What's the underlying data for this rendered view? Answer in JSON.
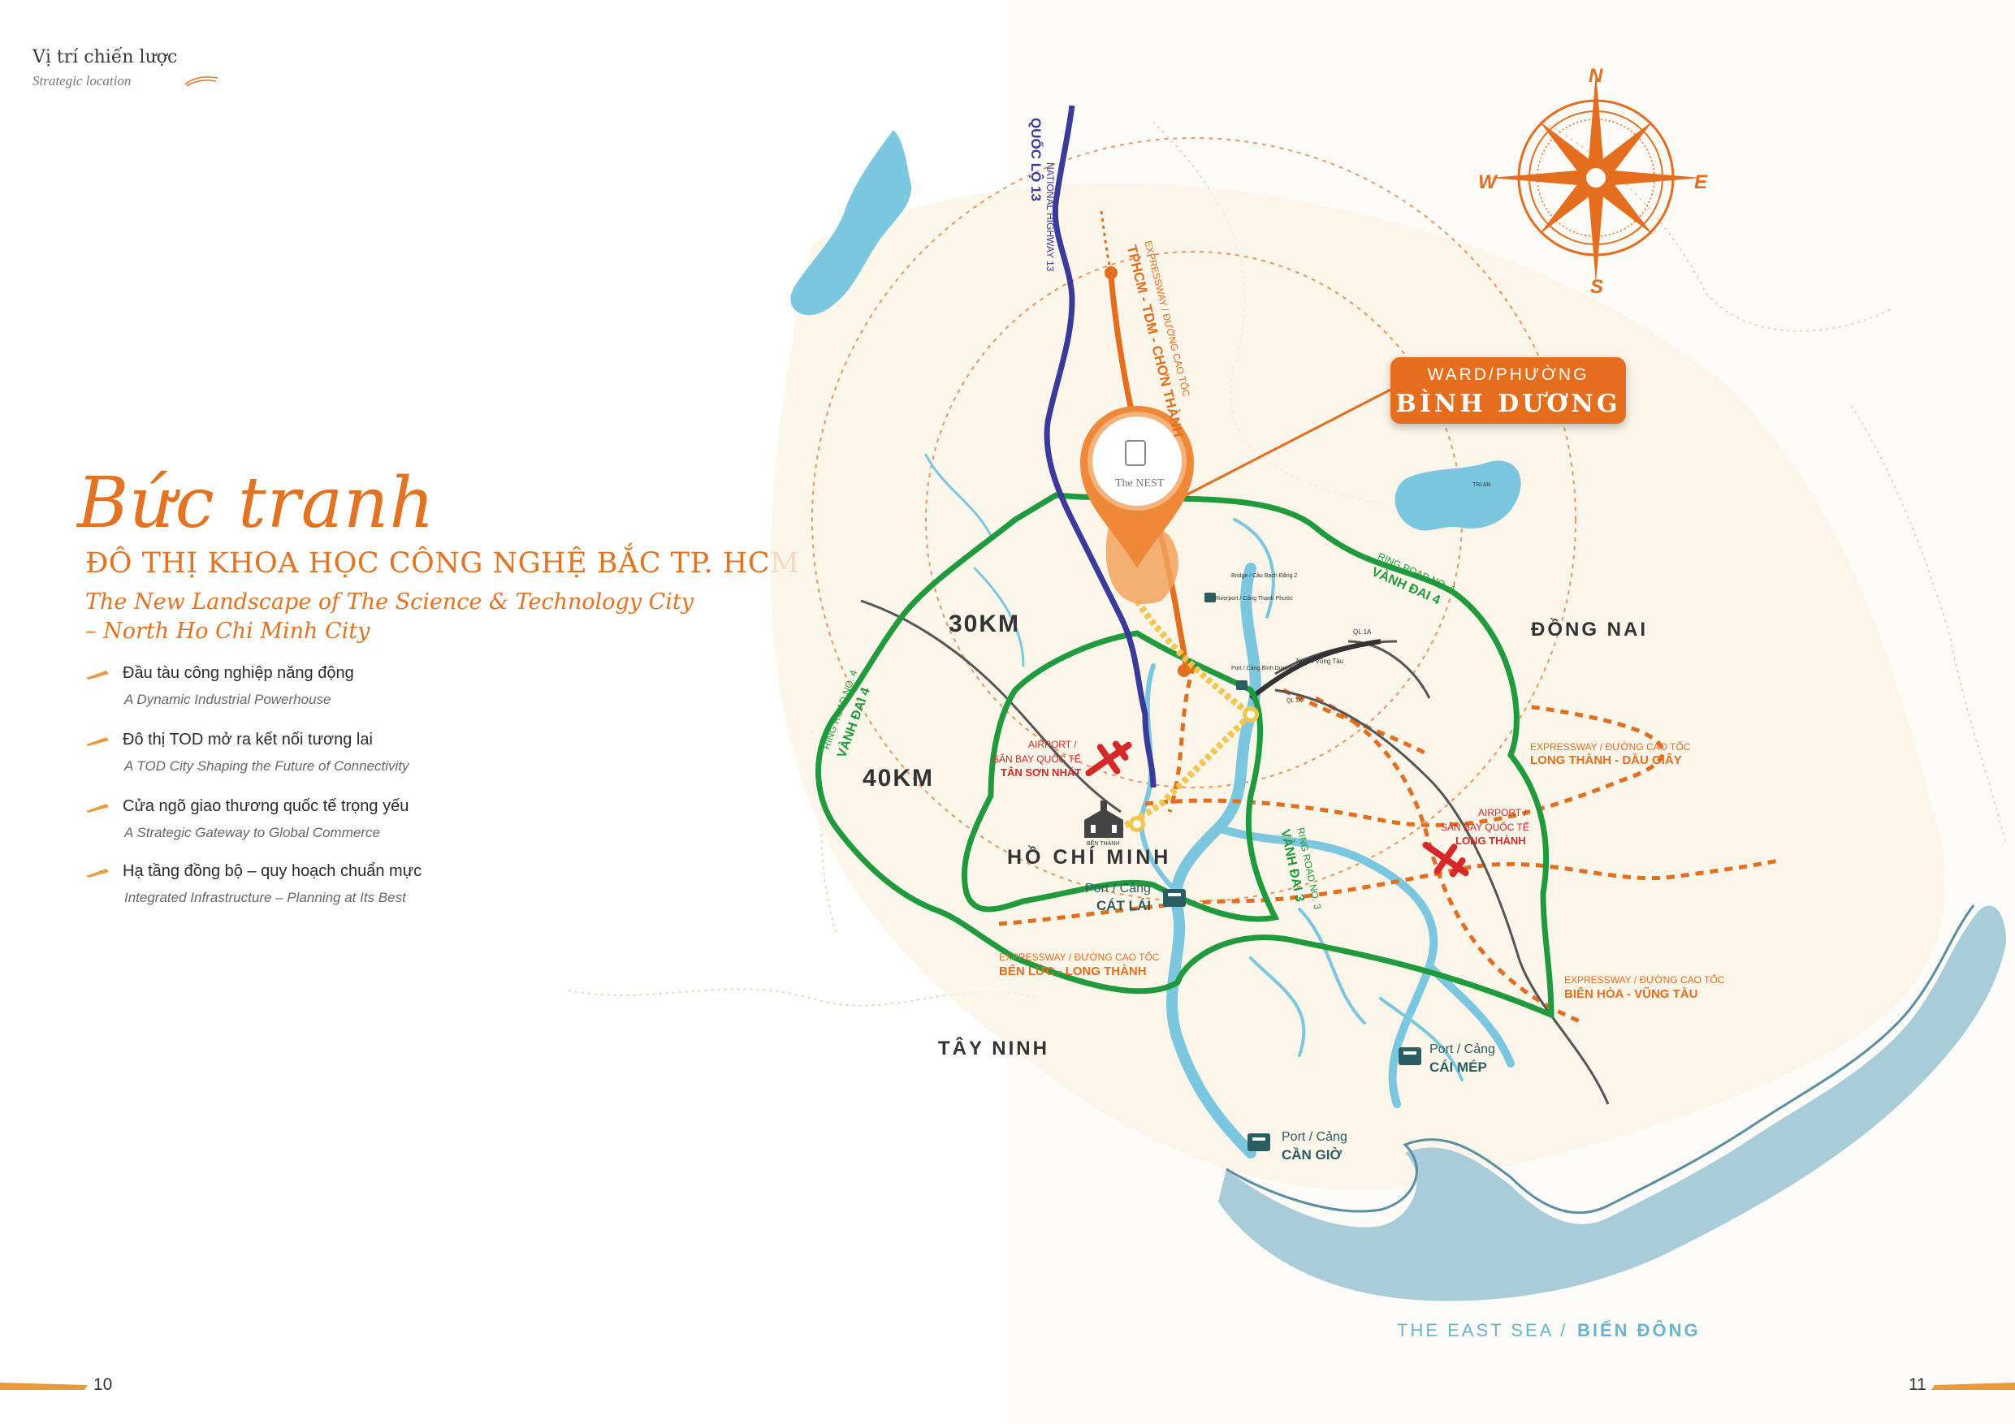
{
  "header": {
    "title": "Vị trí chiến lược",
    "subtitle": "Strategic location"
  },
  "headline": {
    "script": "Bức tranh",
    "title": "ĐÔ THỊ KHOA HỌC CÔNG NGHỆ BẮC TP. HCM",
    "subtitle_line1": "The New Landscape of The Science & Technology City",
    "subtitle_line2": "– North Ho Chi Minh City"
  },
  "features": [
    {
      "vi": "Đầu tàu công nghiệp năng động",
      "en": "A Dynamic Industrial Powerhouse"
    },
    {
      "vi": "Đô thị TOD mở ra kết nối tương lai",
      "en": "A TOD City Shaping the Future of Connectivity"
    },
    {
      "vi": "Cửa ngõ giao thương quốc tế trọng yếu",
      "en": "A Strategic Gateway to Global Commerce"
    },
    {
      "vi": "Hạ tầng đồng bộ – quy hoạch chuẩn mực",
      "en": "Integrated Infrastructure – Planning at Its Best"
    }
  ],
  "pages": {
    "left": "10",
    "right": "11"
  },
  "compass": {
    "n": "N",
    "s": "S",
    "e": "E",
    "w": "W"
  },
  "project": {
    "name": "The NEST"
  },
  "ward": {
    "line1": "WARD/PHƯỜNG",
    "line2": "BÌNH DƯƠNG"
  },
  "distances": {
    "inner": "30KM",
    "outer": "40KM"
  },
  "regions": {
    "dongnai": "ĐỒNG NAI",
    "hcm": "HỒ CHÍ MINH",
    "tayninh": "TÂY NINH"
  },
  "sea": {
    "en": "THE EAST SEA /",
    "vi": "BIỂN ĐÔNG"
  },
  "routes": {
    "ql13_en": "NATIONAL HIGHWAY 13",
    "ql13_vi": "QUỐC LỘ 13",
    "expressway_en": "EXPRESSWAY / ĐƯỜNG CAO TỐC",
    "expressway_vi": "TPHCM - TDM - CHƠN THÀNH",
    "ring4_en": "RING ROAD NO. 4",
    "ring4_vi": "VÀNH ĐAI 4",
    "ring3_en": "RING ROAD NO. 3",
    "ring3_vi": "VÀNH ĐAI 3",
    "lt_dg_en": "EXPRESSWAY / ĐƯỜNG CAO TỐC",
    "lt_dg_vi": "LONG THÀNH - DẦU GIÂY",
    "bl_lt_en": "EXPRESSWAY / ĐƯỜNG CAO TỐC",
    "bl_lt_vi": "BẾN LỨC - LONG THÀNH",
    "bh_vt_en": "EXPRESSWAY / ĐƯỜNG CAO TỐC",
    "bh_vt_vi": "BIÊN HÒA - VŨNG TÀU"
  },
  "airports": {
    "tsn_l1": "AIRPORT /",
    "tsn_l2": "SÂN BAY QUỐC TẾ",
    "tsn_l3": "TÂN SƠN NHẤT",
    "lt_l1": "AIRPORT /",
    "lt_l2": "SÂN BAY QUỐC TẾ",
    "lt_l3": "LONG THÀNH"
  },
  "ports": {
    "catlai_l1": "Port / Cảng",
    "catlai_l2": "CÁT LÁI",
    "caimep_l1": "Port / Cảng",
    "caimep_l2": "CÁI MÉP",
    "cangio_l1": "Port / Cảng",
    "cangio_l2": "CẦN GIỜ"
  },
  "small_labels": {
    "bridge": "Bridge / Cầu Bạch Đằng 2",
    "riverport": "Riverport / Cảng Thạnh Phước",
    "port_bd": "Port / Cảng Bình Dương",
    "vungtau": "Ngã 4 Vũng Tàu",
    "ql1a": "QL 1A",
    "ql1k": "QL 1K",
    "benthanh": "BẾN THÀNH",
    "trian": "TRỊ AN"
  },
  "colors": {
    "orange": "#e46e1e",
    "ring_green": "#1f9a3c",
    "highway_purple": "#3a3a9a",
    "water_blue": "#7cc7e0",
    "airport_red": "#d62828"
  }
}
